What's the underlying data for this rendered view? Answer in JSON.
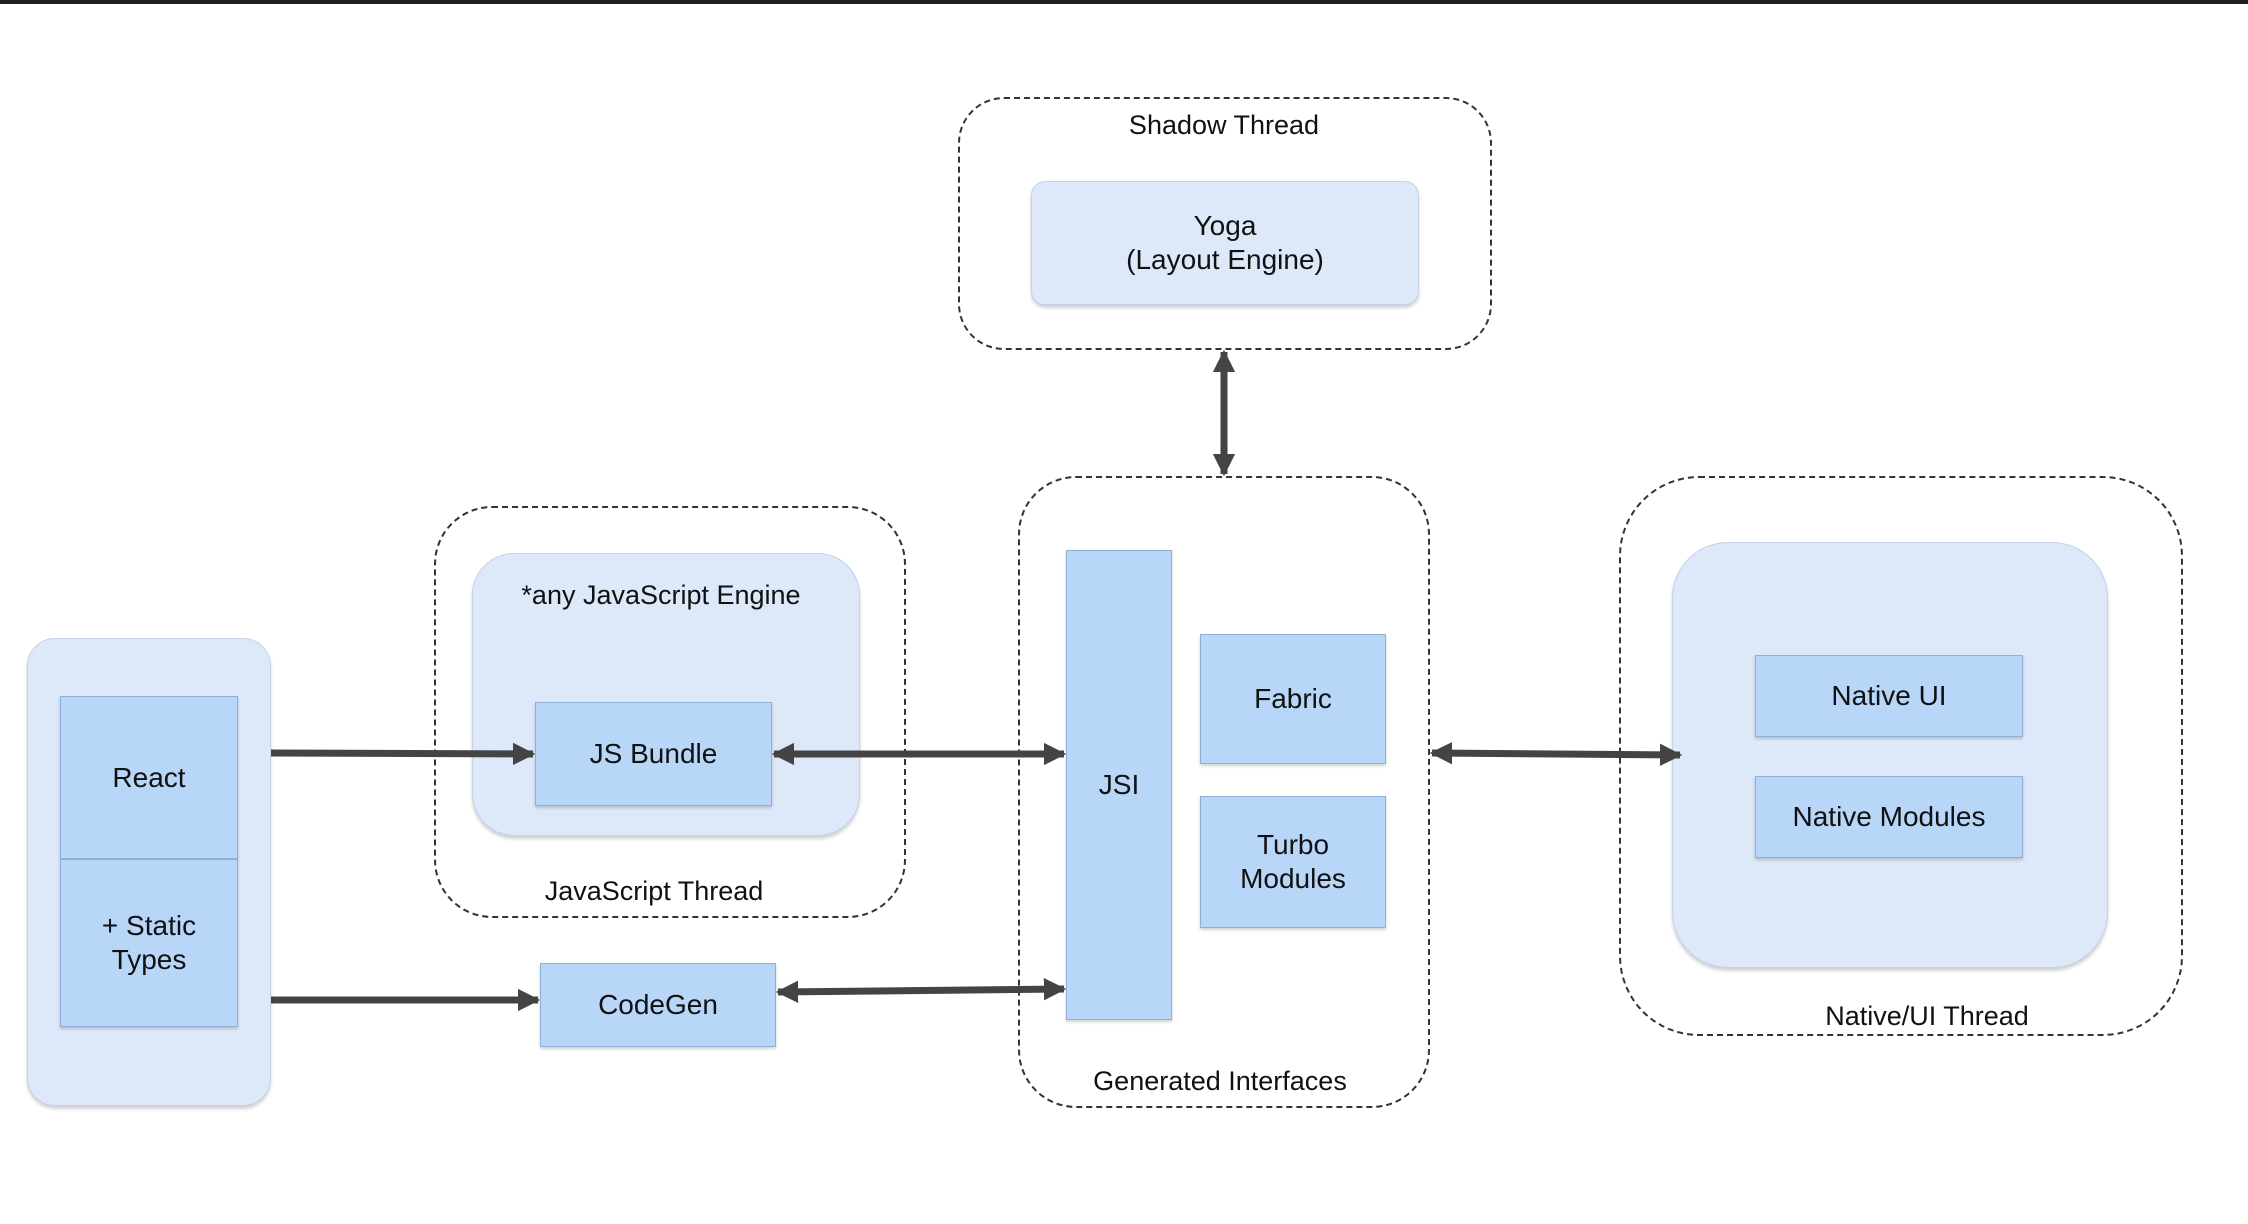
{
  "react_panel": {
    "react_label": "React",
    "static_types_label": "+ Static\nTypes"
  },
  "javascript_thread": {
    "label": "JavaScript Thread",
    "engine_label": "*any JavaScript Engine",
    "js_bundle_label": "JS Bundle"
  },
  "codegen": {
    "label": "CodeGen"
  },
  "shadow_thread": {
    "label": "Shadow Thread",
    "yoga_label": "Yoga\n(Layout Engine)"
  },
  "generated_interfaces": {
    "label": "Generated Interfaces",
    "jsi_label": "JSI",
    "fabric_label": "Fabric",
    "turbo_modules_label": "Turbo\nModules"
  },
  "native_thread": {
    "label": "Native/UI Thread",
    "native_ui_label": "Native UI",
    "native_modules_label": "Native Modules"
  },
  "colors": {
    "panel_fill": "#dde8f8",
    "box_fill": "#b8d6f7",
    "arrow": "#444444",
    "dashed_border": "#333333"
  }
}
